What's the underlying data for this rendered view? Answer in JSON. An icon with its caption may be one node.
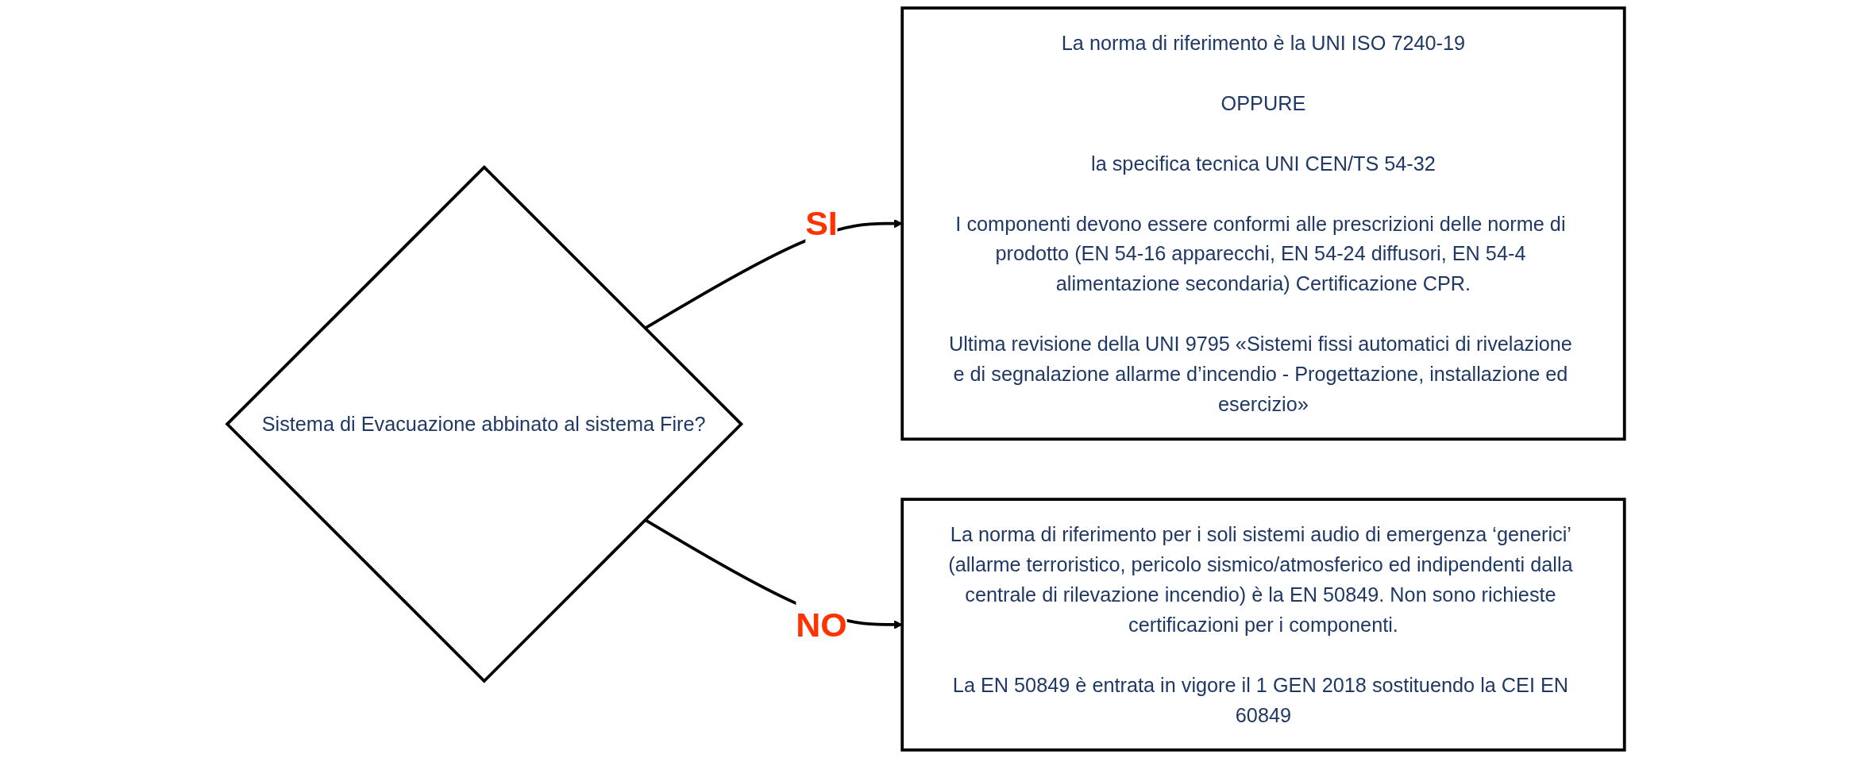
{
  "diagram": {
    "nodes": [
      {
        "text": [
          "Sistema di Evacuazione abbinato al sistema Fire?"
        ]
      },
      {
        "text": [
          "La norma di riferimento è la UNI ISO 7240-19",
          "OPPURE",
          "la specifica tecnica UNI CEN/TS 54-32",
          "I componenti devono essere conformi alle prescrizioni delle norme di prodotto (EN 54-16 apparecchi, EN 54-24 diffusori, EN 54-4 alimentazione secondaria) Certificazione CPR.",
          "Ultima revisione della UNI 9795 «Sistemi fissi automatici di rivelazione e di segnalazione allarme d’incendio - Progettazione, installazione ed esercizio»"
        ]
      },
      {
        "text": [
          "La norma di riferimento per i soli sistemi audio di emergenza ‘generici’ (allarme terroristico, pericolo sismico/atmosferico ed indipendenti dalla centrale di rilevazione incendio) è la EN 50849. Non sono richieste certificazioni per i componenti.",
          "La EN 50849 è entrata in vigore il 1 GEN 2018 sostituendo la CEI EN 60849"
        ]
      }
    ],
    "edges": [
      {
        "from": 0,
        "to": 1,
        "arrow": "to",
        "label": "SI"
      },
      {
        "from": 0,
        "to": 2,
        "arrow": "to",
        "label": "NO"
      }
    ]
  }
}
